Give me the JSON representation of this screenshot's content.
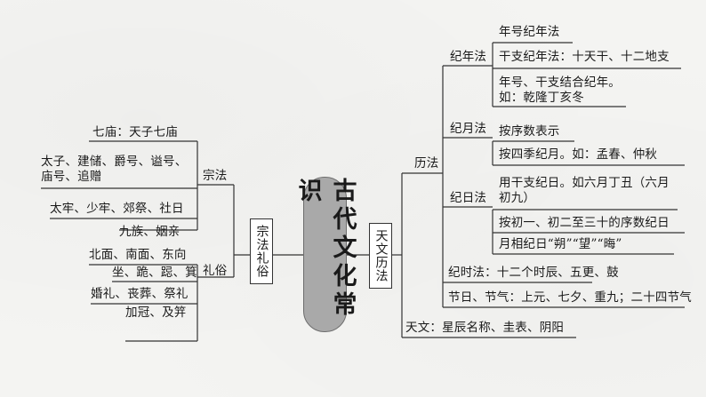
{
  "center": {
    "title": "古代文化常识"
  },
  "left": {
    "root": "宗法礼俗",
    "zongfa": {
      "label": "宗法",
      "items": [
        "七庙：天子七庙",
        "太子、建储、爵号、谥号、庙号、追赠",
        "太牢、少牢、郊祭、社日",
        "九族、姻亲"
      ]
    },
    "lisu": {
      "label": "礼俗",
      "items": [
        "北面、南面、东向",
        "坐、跪、跽、箕",
        "婚礼、丧葬、祭礼",
        "加冠、及笄"
      ]
    }
  },
  "right": {
    "root": "天文历法",
    "lifa": {
      "label": "历法",
      "jinian": {
        "label": "纪年法",
        "items": [
          "年号纪年法",
          "干支纪年法：十天干、十二地支",
          "年号、干支结合纪年。如：乾隆丁亥冬"
        ]
      },
      "jiyue": {
        "label": "纪月法",
        "items": [
          "按序数表示",
          "按四季纪月。如：孟春、仲秋"
        ]
      },
      "jiri": {
        "label": "纪日法",
        "items": [
          "用干支纪日。如六月丁丑（六月初九）",
          "按初一、初二至三十的序数纪日",
          "月相纪日“朔”“望”“晦”"
        ]
      },
      "jishi": "纪时法：十二个时辰、五更、鼓",
      "jieri": "节日、节气：上元、七夕、重九；二十四节气"
    },
    "tianwen": "天文：星辰名称、圭表、阴阳"
  }
}
